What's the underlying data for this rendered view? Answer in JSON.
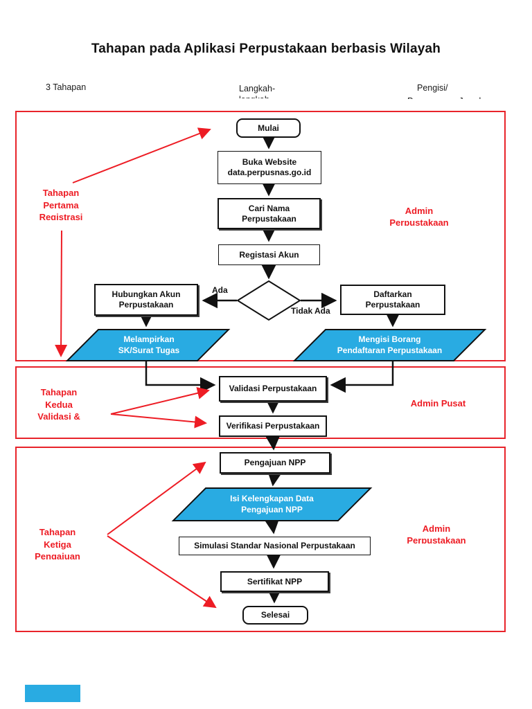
{
  "page": {
    "title": "Tahapan pada Aplikasi Perpustakaan berbasis Wilayah",
    "colors": {
      "accent_red": "#ed1c24",
      "flow_blue": "#29abe2",
      "line_black": "#111111"
    }
  },
  "header": {
    "col_stages": "3 Tahapan",
    "col_steps_line1": "Langkah-",
    "col_steps_line2_clipped": "langkah",
    "col_filler_line1": "Pengisi/",
    "col_filler_line2_clipped": "Penanggung Jawab"
  },
  "sections": {
    "first": {
      "stage_label": [
        "Tahapan",
        "Pertama",
        "Registrasi"
      ],
      "actor_label": [
        "Admin",
        "Perpustakaan"
      ]
    },
    "second": {
      "stage_label": [
        "Tahapan",
        "Kedua",
        "Validasi &"
      ],
      "actor_label": [
        "Admin Pusat"
      ]
    },
    "third": {
      "stage_label": [
        "Tahapan",
        "Ketiga",
        "Pengajuan"
      ],
      "actor_label": [
        "Admin",
        "Perpustakaan"
      ]
    }
  },
  "flow": {
    "mulai": "Mulai",
    "buka_website_line1": "Buka Website",
    "buka_website_line2": "data.perpusnas.go.id",
    "cari_nama": [
      "Cari Nama",
      "Perpustakaan"
    ],
    "registasi_akun": "Registasi Akun",
    "branch_yes": "Ada",
    "branch_no": "Tidak Ada",
    "hubungkan_akun": [
      "Hubungkan Akun",
      "Perpustakaan"
    ],
    "daftarkan": [
      "Daftarkan",
      "Perpustakaan"
    ],
    "melampirkan_sk": [
      "Melampirkan",
      "SK/Surat Tugas"
    ],
    "mengisi_borang": [
      "Mengisi Borang",
      "Pendaftaran Perpustakaan"
    ],
    "validasi": "Validasi Perpustakaan",
    "verifikasi": "Verifikasi Perpustakaan",
    "pengajuan_npp": "Pengajuan NPP",
    "isi_kelengkapan": [
      "Isi Kelengkapan Data",
      "Pengajuan NPP"
    ],
    "simulasi": "Simulasi Standar Nasional Perpustakaan",
    "sertifikat_npp": "Sertifikat NPP",
    "selesai": "Selesai"
  }
}
